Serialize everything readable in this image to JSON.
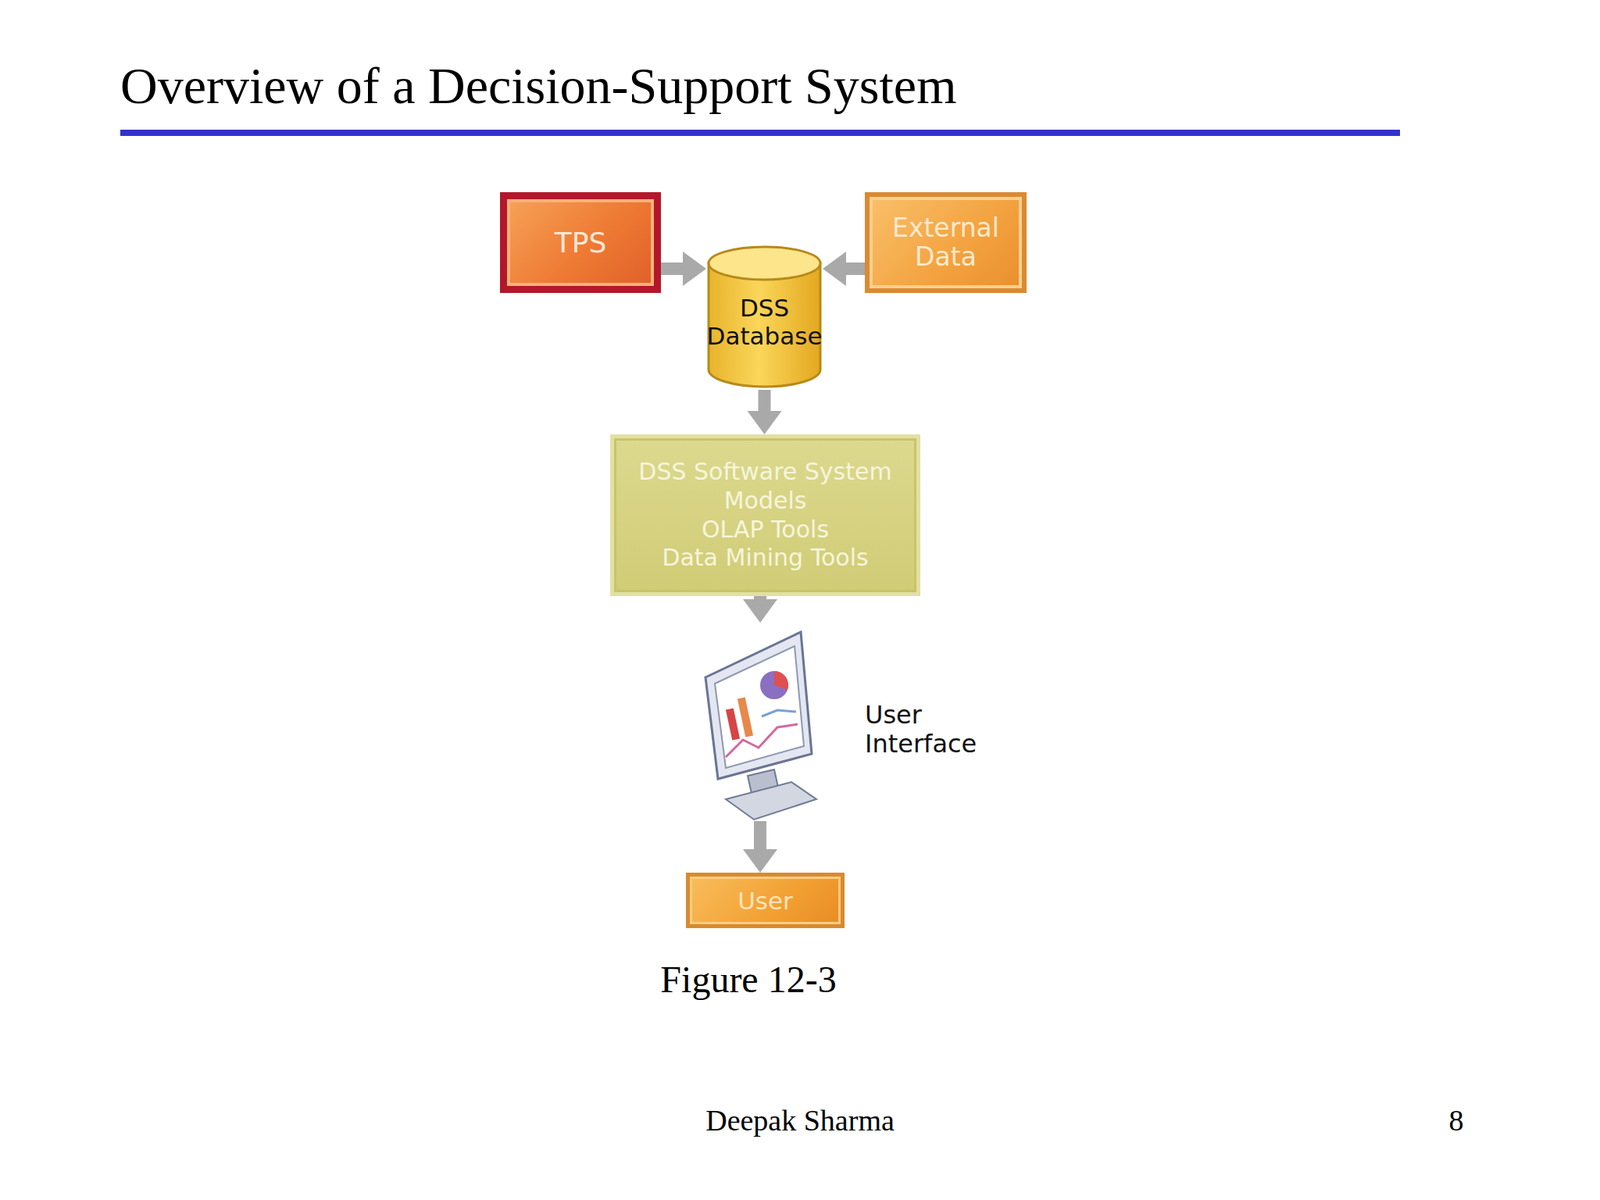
{
  "diagram": {
    "title": "Overview of a Decision-Support System",
    "caption": "Figure 12-3",
    "nodes": [
      {
        "text": [
          "TPS"
        ]
      },
      {
        "text": [
          "External Data"
        ]
      },
      {
        "text": [
          "DSS Database"
        ]
      },
      {
        "text": [
          "DSS Software System",
          "Models",
          "OLAP Tools",
          "Data Mining Tools"
        ]
      },
      {
        "text": [
          "User Interface"
        ]
      },
      {
        "text": [
          "User"
        ]
      }
    ],
    "edges": [
      {
        "from": 0,
        "to": 2,
        "arrow": "to"
      },
      {
        "from": 1,
        "to": 2,
        "arrow": "to"
      },
      {
        "from": 2,
        "to": 3,
        "arrow": "to"
      },
      {
        "from": 3,
        "to": 4,
        "arrow": "to"
      },
      {
        "from": 4,
        "to": 5,
        "arrow": "to"
      }
    ],
    "labels": [
      "Deepak Sharma",
      "8"
    ]
  }
}
